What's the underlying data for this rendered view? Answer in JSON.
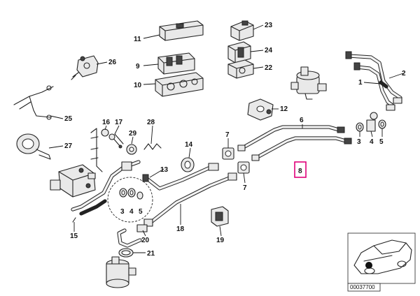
{
  "callouts": {
    "c1": "1",
    "c2": "2",
    "c3a": "3",
    "c3b": "3",
    "c4a": "4",
    "c4b": "4",
    "c5a": "5",
    "c5b": "5",
    "c6": "6",
    "c7a": "7",
    "c7b": "7",
    "c8": "8",
    "c9": "9",
    "c10": "10",
    "c11": "11",
    "c12": "12",
    "c13": "13",
    "c14": "14",
    "c15": "15",
    "c16": "16",
    "c17": "17",
    "c18": "18",
    "c19": "19",
    "c20": "20",
    "c21": "21",
    "c22": "22",
    "c23": "23",
    "c24": "24",
    "c25": "25",
    "c26": "26",
    "c27": "27",
    "c28": "28",
    "c29": "29"
  },
  "inset": {
    "code": "00037700"
  },
  "colors": {
    "highlight": "#e0007a",
    "ink": "#222222"
  }
}
